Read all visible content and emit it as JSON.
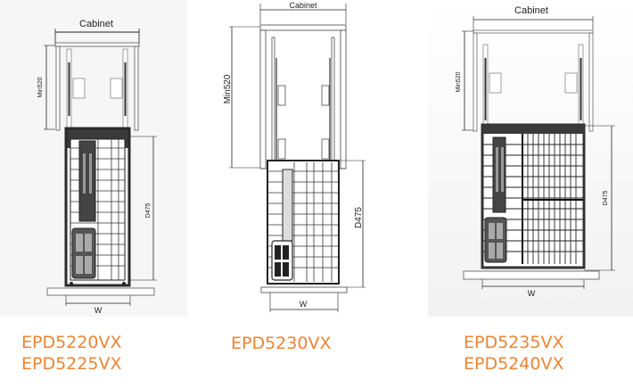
{
  "diagrams": [
    {
      "cabinet_label": "Cabinet",
      "height_label": "Min520",
      "depth_label": "D475",
      "width_label": "W",
      "models": [
        "EPD5220VX",
        "EPD5225VX"
      ]
    },
    {
      "cabinet_label": "Cabinet",
      "height_label": "Min520",
      "depth_label": "D475",
      "width_label": "W",
      "models": [
        "EPD5230VX"
      ]
    },
    {
      "cabinet_label": "Cabinet",
      "height_label": "Min520",
      "depth_label": "D475",
      "width_label": "W",
      "models": [
        "EPD5235VX",
        "EPD5240VX"
      ]
    }
  ],
  "colors": {
    "model_label": "#ed8434",
    "line": "#222222",
    "basket_frame": "#3a3a3a"
  }
}
